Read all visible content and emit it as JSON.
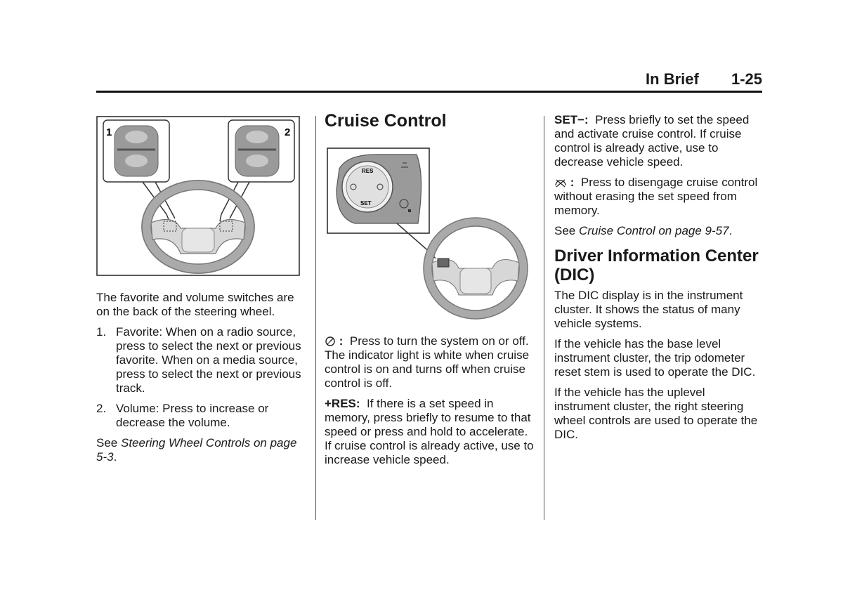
{
  "header": {
    "section": "In Brief",
    "page": "1-25"
  },
  "left": {
    "figure": {
      "label1": "1",
      "label2": "2"
    },
    "intro": "The favorite and volume switches are on the back of the steering wheel.",
    "items": [
      {
        "num": "1.",
        "text": "Favorite: When on a radio source, press to select the next or previous favorite. When on a media source, press to select the next or previous track."
      },
      {
        "num": "2.",
        "text": "Volume: Press to increase or decrease the volume."
      }
    ],
    "see_prefix": "See ",
    "see_ref": "Steering Wheel Controls on page 5-3",
    "see_suffix": "."
  },
  "middle": {
    "title": "Cruise Control",
    "figure": {
      "res": "RES",
      "set": "SET"
    },
    "onoff_label": ":",
    "onoff_text": "Press to turn the system on or off. The indicator light is white when cruise control is on and turns off when cruise control is off.",
    "res_label": "+RES:",
    "res_text": "If there is a set speed in memory, press briefly to resume to that speed or press and hold to accelerate. If cruise control is already active, use to increase vehicle speed."
  },
  "right": {
    "set_label": "SET−:",
    "set_text": "Press briefly to set the speed and activate cruise control. If cruise control is already active, use to decrease vehicle speed.",
    "cancel_label": ":",
    "cancel_text": "Press to disengage cruise control without erasing the set speed from memory.",
    "see_prefix": "See ",
    "see_ref": "Cruise Control on page 9-57",
    "see_suffix": ".",
    "dic_title": "Driver Information Center (DIC)",
    "paragraphs": [
      "The DIC display is in the instrument cluster. It shows the status of many vehicle systems.",
      "If the vehicle has the base level instrument cluster, the trip odometer reset stem is used to operate the DIC.",
      "If the vehicle has the uplevel instrument cluster, the right steering wheel controls are used to operate the DIC."
    ]
  }
}
